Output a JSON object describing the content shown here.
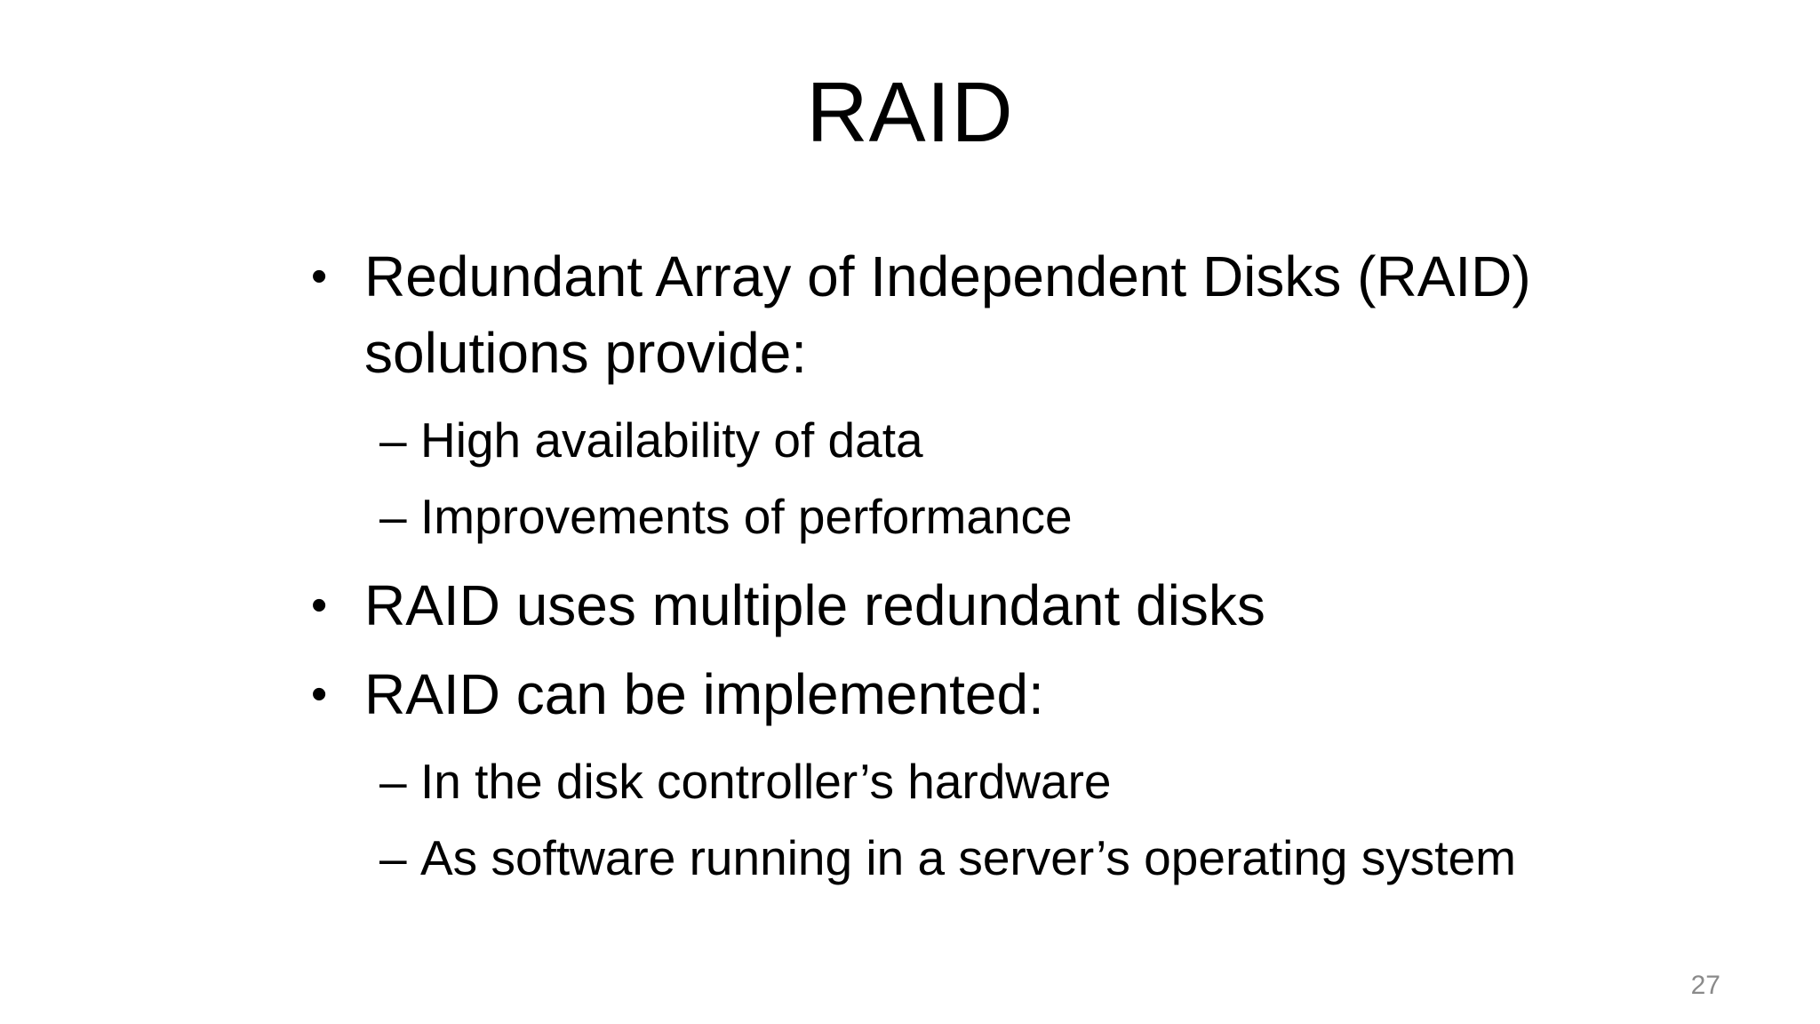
{
  "slide": {
    "title": "RAID",
    "page_number": "27",
    "bullet_marker": "•",
    "sub_bullet_marker": "–",
    "colors": {
      "text": "#000000",
      "page_number": "#8a8a8a",
      "background": "#ffffff"
    },
    "items": [
      {
        "level": 1,
        "text": "Redundant Array of Independent Disks (RAID) solutions provide:"
      },
      {
        "level": 2,
        "text": "High availability of data"
      },
      {
        "level": 2,
        "text": "Improvements of performance"
      },
      {
        "level": 1,
        "text": "RAID uses multiple redundant disks"
      },
      {
        "level": 1,
        "text": "RAID can be implemented:"
      },
      {
        "level": 2,
        "text": "In the disk controller’s hardware"
      },
      {
        "level": 2,
        "text": "As software running in a server’s operating system"
      }
    ]
  }
}
